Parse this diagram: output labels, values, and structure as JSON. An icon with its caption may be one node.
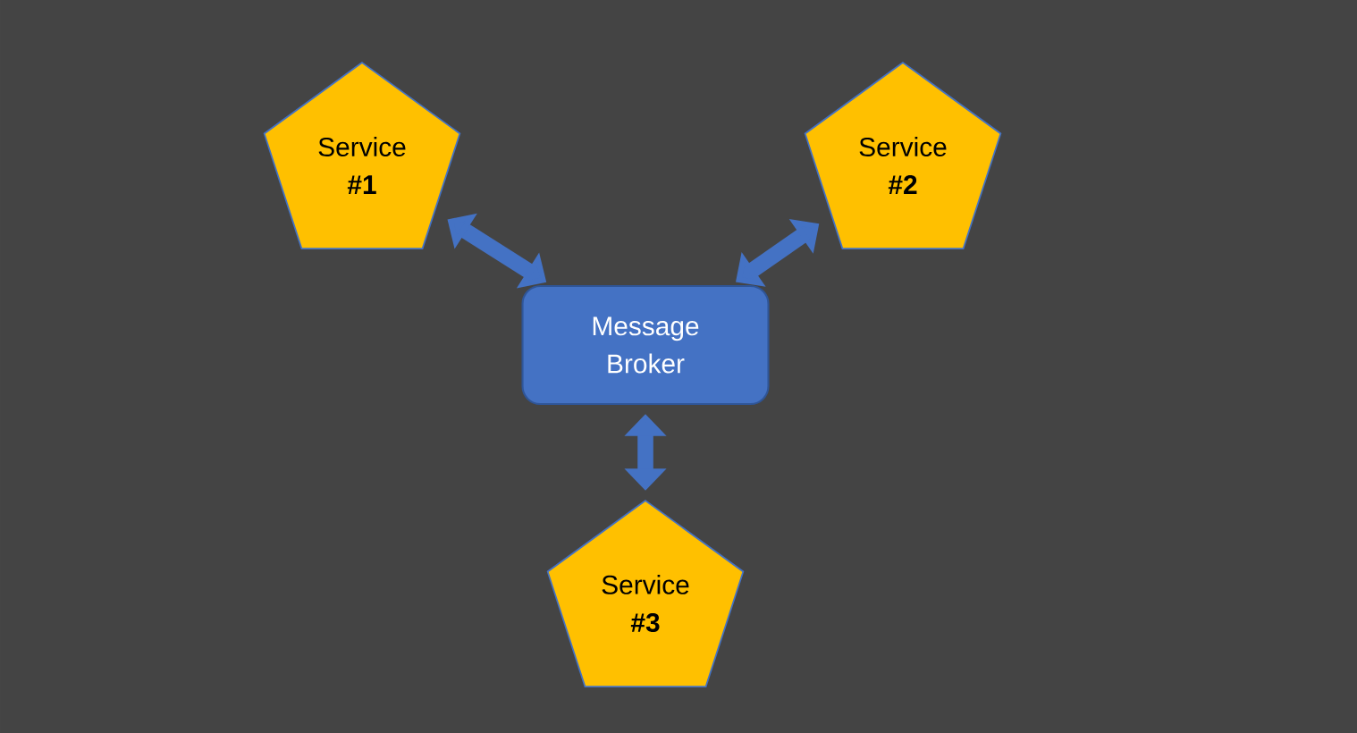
{
  "diagram": {
    "nodes": [
      {
        "text": [
          "Service **#1**"
        ]
      },
      {
        "text": [
          "Service **#2**"
        ]
      },
      {
        "text": [
          "Message Broker"
        ]
      },
      {
        "text": [
          "Service **#3**"
        ]
      }
    ],
    "edges": [
      {
        "from": 0,
        "to": 2,
        "arrow": "both"
      },
      {
        "from": 1,
        "to": 2,
        "arrow": "both"
      },
      {
        "from": 2,
        "to": 3,
        "arrow": "both"
      }
    ]
  }
}
